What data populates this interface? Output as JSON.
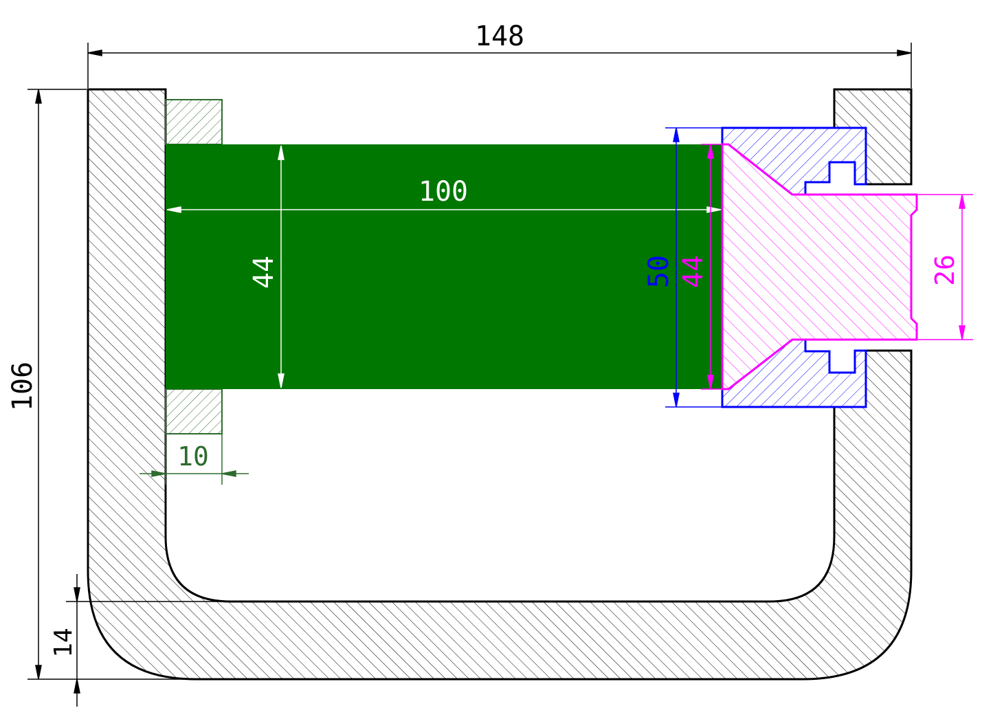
{
  "dimensions": {
    "overall_width": "148",
    "overall_height": "106",
    "bottom_thickness": "14",
    "roller_length": "100",
    "roller_diameter": "44",
    "collar_width": "10",
    "bushing_outer": "50",
    "plug_diameter": "44",
    "shaft_diameter": "26"
  },
  "colors": {
    "frame": "#000000",
    "roller_fill": "#007700",
    "collar": "#2e6b2e",
    "bushing": "#0000ff",
    "plug": "#ff00ff",
    "white_dim": "#ffffff",
    "black_dim": "#000000"
  }
}
